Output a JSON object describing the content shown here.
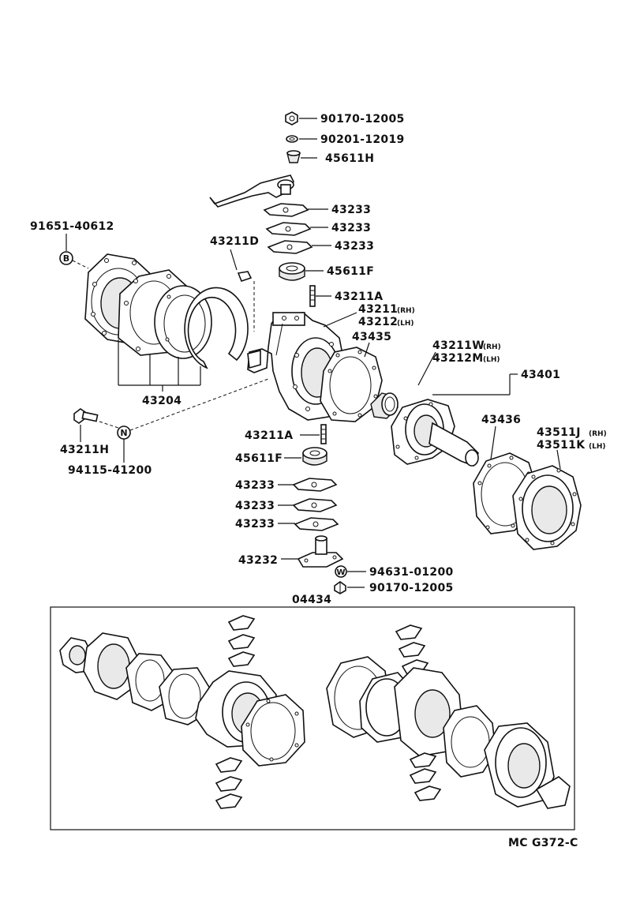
{
  "parts": {
    "p90170_12005_top": "90170-12005",
    "p90201_12019": "90201-12019",
    "p45611H": "45611H",
    "p43233_a": "43233",
    "p43233_b": "43233",
    "p43233_c": "43233",
    "p91651_40612": "91651-40612",
    "p43211D": "43211D",
    "p45611F_top": "45611F",
    "p43211A_top": "43211A",
    "p43211": "43211",
    "p43211_rh": "(RH)",
    "p43212": "43212",
    "p43212_lh": "(LH)",
    "p43435": "43435",
    "p43211W": "43211W",
    "p43211W_rh": "(RH)",
    "p43212M": "43212M",
    "p43212M_lh": "(LH)",
    "p43401": "43401",
    "p43204": "43204",
    "p43211H": "43211H",
    "p94115_41200": "94115-41200",
    "p43211A_bot": "43211A",
    "p45611F_bot": "45611F",
    "p43436": "43436",
    "p43511J": "43511J",
    "p43511J_rh": "(RH)",
    "p43511K": "43511K",
    "p43511K_lh": "(LH)",
    "p43233_d": "43233",
    "p43233_e": "43233",
    "p43233_f": "43233",
    "p43232": "43232",
    "p94631_01200": "94631-01200",
    "p90170_12005_bot": "90170-12005",
    "p04434": "04434"
  },
  "markers": {
    "b": "B",
    "n": "N",
    "w": "W"
  },
  "footer_code": "MC G372-C"
}
